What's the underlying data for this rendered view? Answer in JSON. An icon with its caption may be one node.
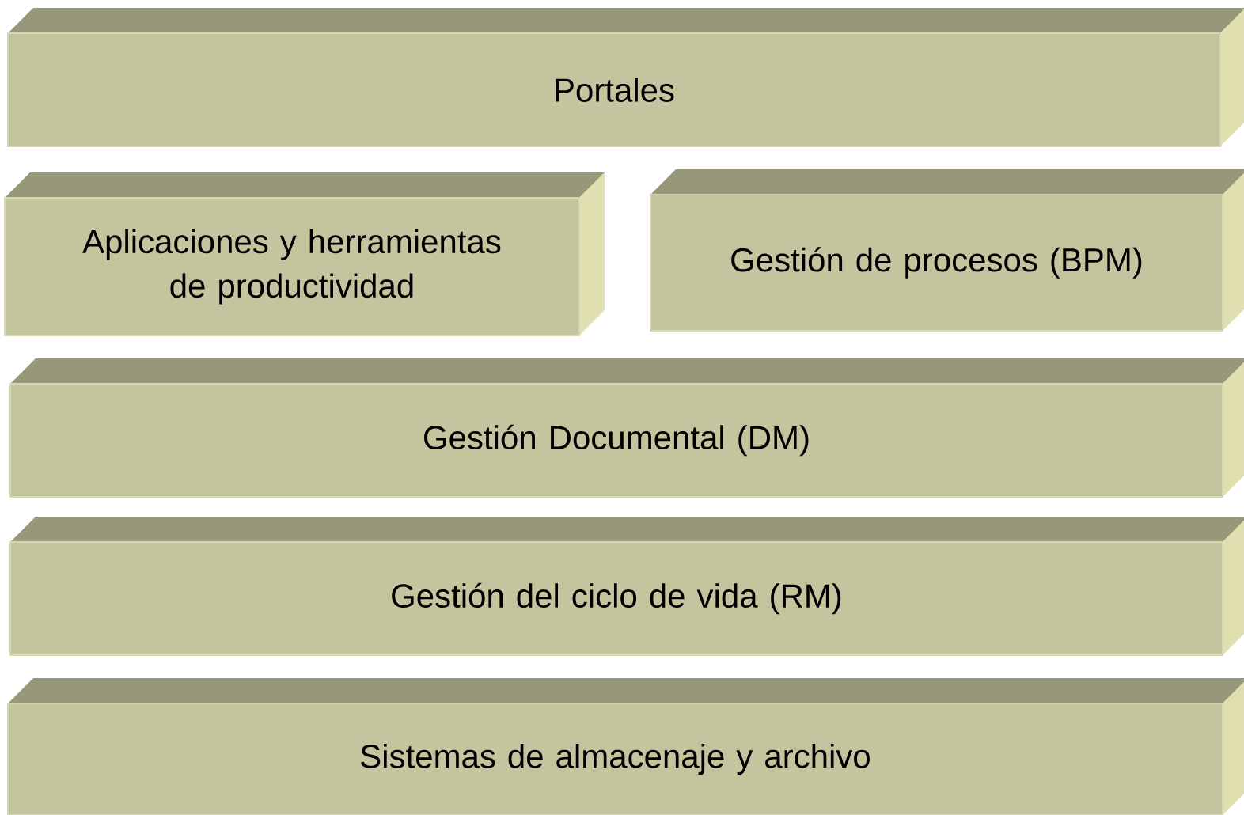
{
  "diagram": {
    "nodes": [
      {
        "text": [
          "Portales"
        ]
      },
      {
        "text": [
          "Aplicaciones y herramientas de productividad"
        ]
      },
      {
        "text": [
          "Gestión de procesos (BPM)"
        ]
      },
      {
        "text": [
          "Gestión Documental (DM)"
        ]
      },
      {
        "text": [
          "Gestión del ciclo de vida (RM)"
        ]
      },
      {
        "text": [
          "Sistemas de almacenaje y archivo"
        ]
      }
    ]
  }
}
